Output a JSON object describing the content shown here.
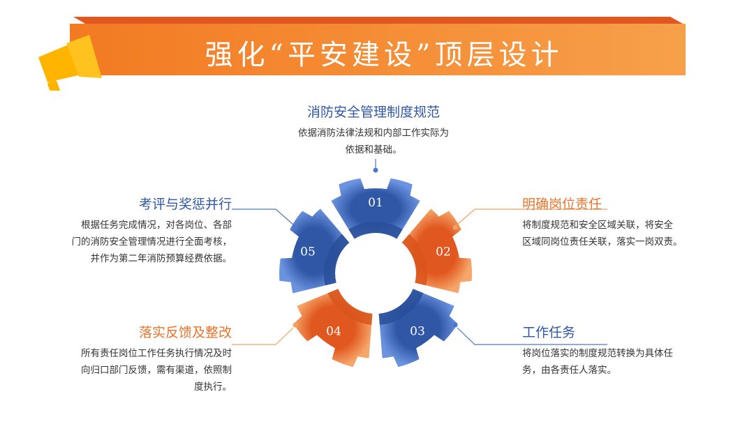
{
  "header": {
    "title": "强化“平安建设”顶层设计"
  },
  "colors": {
    "orange": "#f58a2d",
    "orange_dark": "#e0571f",
    "blue": "#4a76cc",
    "blue_dark": "#2f57a5",
    "yellow": "#ffb400"
  },
  "icons": {
    "megaphone": "megaphone-icon"
  },
  "segments": [
    {
      "num": "01",
      "title": "消防安全管理制度规范",
      "desc": [
        "依据消防法律法规和内部工作实际为",
        "依据和基础。"
      ]
    },
    {
      "num": "02",
      "title": "明确岗位责任",
      "desc": [
        "将制度规范和安全区域关联，将安全",
        "区域同岗位责任关联，落实一岗双责。"
      ]
    },
    {
      "num": "03",
      "title": "工作任务",
      "desc": [
        "将岗位落实的制度规范转换为具体任",
        "务，由各责任人落实。"
      ]
    },
    {
      "num": "04",
      "title": "落实反馈及整改",
      "desc": [
        "所有责任岗位工作任务执行情况及时",
        "向归口部门反馈，需有渠道，依照制",
        "度执行。"
      ]
    },
    {
      "num": "05",
      "title": "考评与奖惩并行",
      "desc": [
        "根据任务完成情况，对各岗位、各部",
        "门的消防安全管理情况进行全面考核，",
        "并作为第二年消防预算经费依据。"
      ]
    }
  ]
}
